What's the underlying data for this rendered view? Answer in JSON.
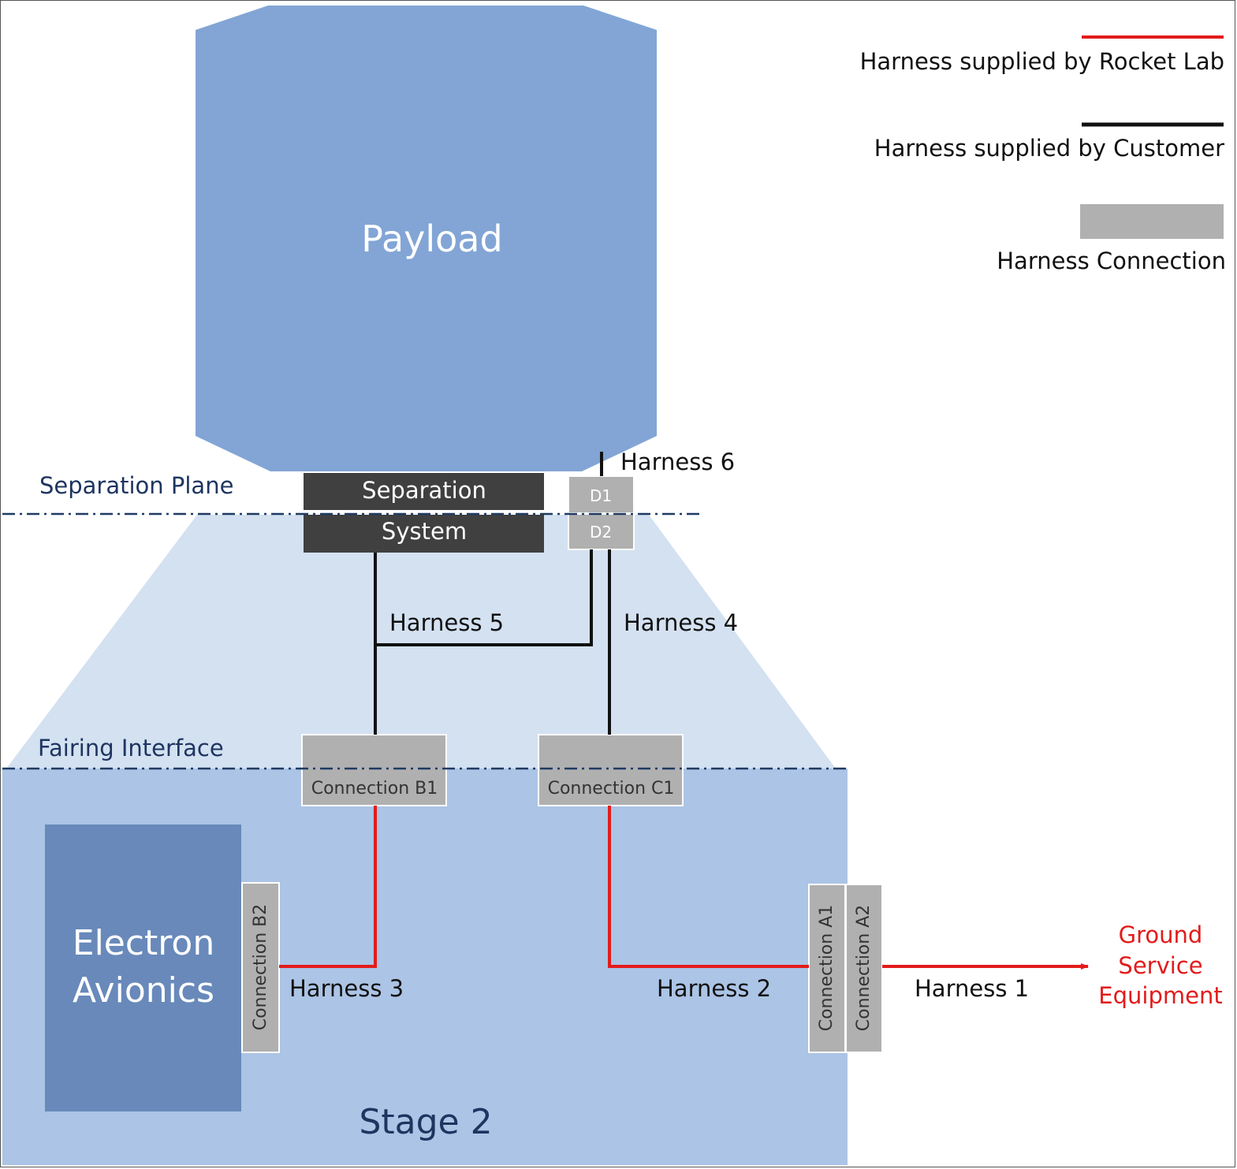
{
  "colors": {
    "payload": "#82a5d5",
    "fairing": "#d3e1f1",
    "stage": "#acc4e5",
    "avionics": "#6889ba",
    "separation_box": "#404040",
    "connector": "#b0b0b0",
    "rocket_lab_harness": "#e31b1b",
    "customer_harness": "#111111",
    "dash_line": "#1f3b63",
    "label_dark": "#1e3560"
  },
  "legend": {
    "rocket_lab": "Harness supplied by Rocket Lab",
    "customer": "Harness supplied by Customer",
    "connection": "Harness Connection"
  },
  "blocks": {
    "payload": "Payload",
    "separation_top": "Separation",
    "separation_bottom": "System",
    "avionics_line1": "Electron",
    "avionics_line2": "Avionics",
    "stage": "Stage 2",
    "gse_line1": "Ground",
    "gse_line2": "Service",
    "gse_line3": "Equipment"
  },
  "planes": {
    "separation": "Separation Plane",
    "fairing": "Fairing Interface"
  },
  "connectors": {
    "d1": "D1",
    "d2": "D2",
    "b1": "Connection B1",
    "c1": "Connection C1",
    "b2": "Connection B2",
    "a1": "Connection A1",
    "a2": "Connection A2"
  },
  "harnesses": {
    "h1": "Harness 1",
    "h2": "Harness 2",
    "h3": "Harness 3",
    "h4": "Harness 4",
    "h5": "Harness 5",
    "h6": "Harness 6"
  }
}
